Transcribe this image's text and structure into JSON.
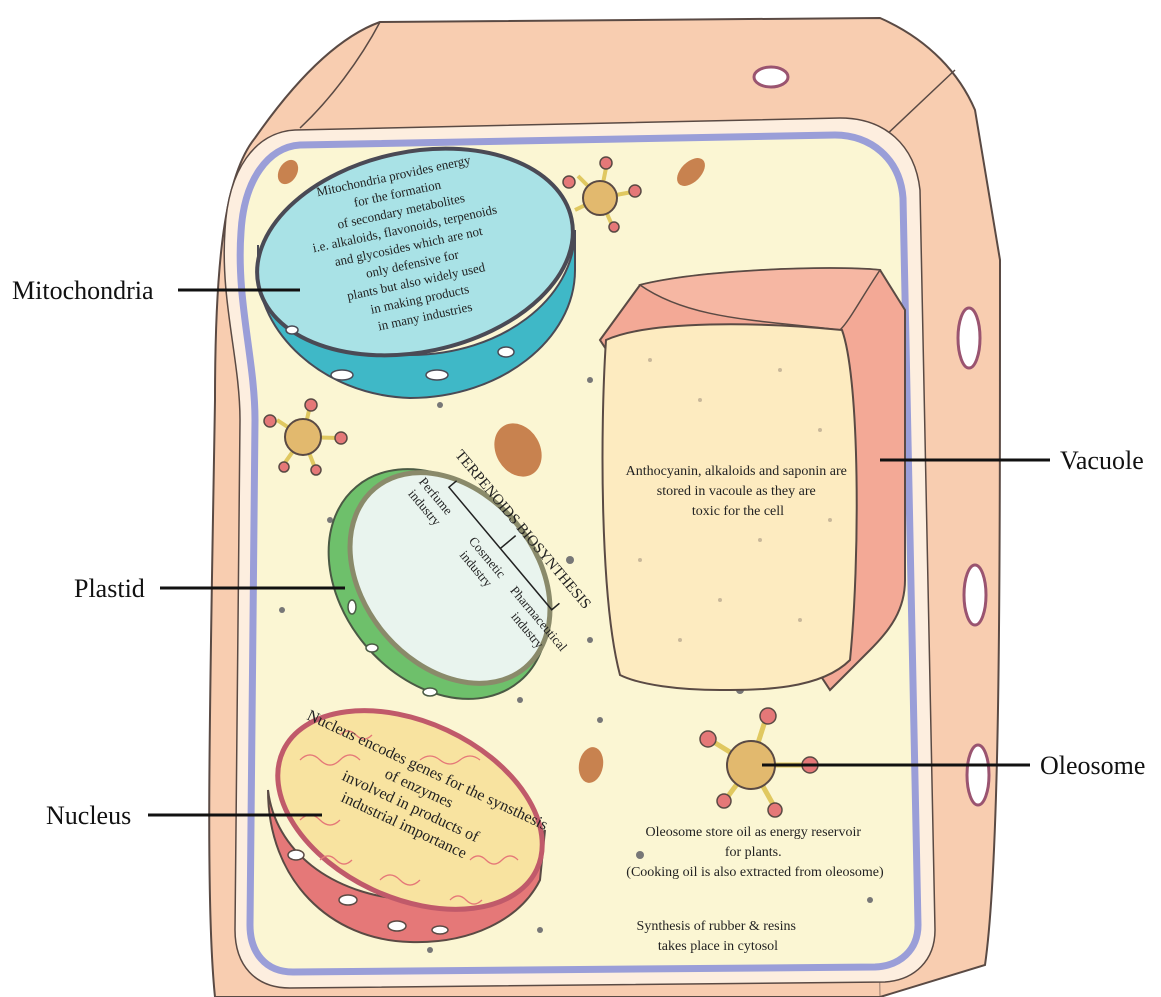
{
  "labels": {
    "mitochondria": "Mitochondria",
    "plastid": "Plastid",
    "nucleus": "Nucleus",
    "vacuole": "Vacuole",
    "oleosome": "Oleosome"
  },
  "mitochondria_note": [
    "Mitochondria provides energy",
    "for the formation",
    "of secondary metabolites",
    "i.e. alkaloids, flavonoids, terpenoids",
    "and glycosides which are not",
    "only defensive for",
    "plants but also widely used",
    "in making products",
    "in many industries"
  ],
  "plastid": {
    "title": "TERPENOIDS BIOSYNTHESIS",
    "branches": [
      [
        "Perfume",
        "industry"
      ],
      [
        "Cosmetic",
        "industry"
      ],
      [
        "Pharmaceutical",
        "industry"
      ]
    ]
  },
  "nucleus_note": [
    "Nucleus encodes genes for the synsthesis",
    "of enzymes",
    "involved in products of",
    "industrial importance"
  ],
  "vacuole_note": [
    "Anthocyanin, alkaloids and saponin are",
    "stored in vacoule as they are",
    "toxic for the cell"
  ],
  "oleosome_note": [
    "Oleosome store oil as energy reservoir",
    "for plants.",
    "(Cooking oil is also extracted from oleosome)"
  ],
  "cytosol_note": [
    "Synthesis of rubber & resins",
    "takes place in cytosol"
  ],
  "colors": {
    "cell_wall": "#f8cdb0",
    "membrane": "#9a9ed8",
    "cytoplasm": "#fbf6d3",
    "mitochondria": "#a9e2e6",
    "plastid": "#e9f4ee",
    "plastid_border": "#6ec06b",
    "vacuole": "#fdebc0",
    "vacuole_side": "#f3a996",
    "nucleus": "#f8e3a0",
    "nucleus_border": "#c05a6a",
    "oleosome": "#e2b96e"
  }
}
